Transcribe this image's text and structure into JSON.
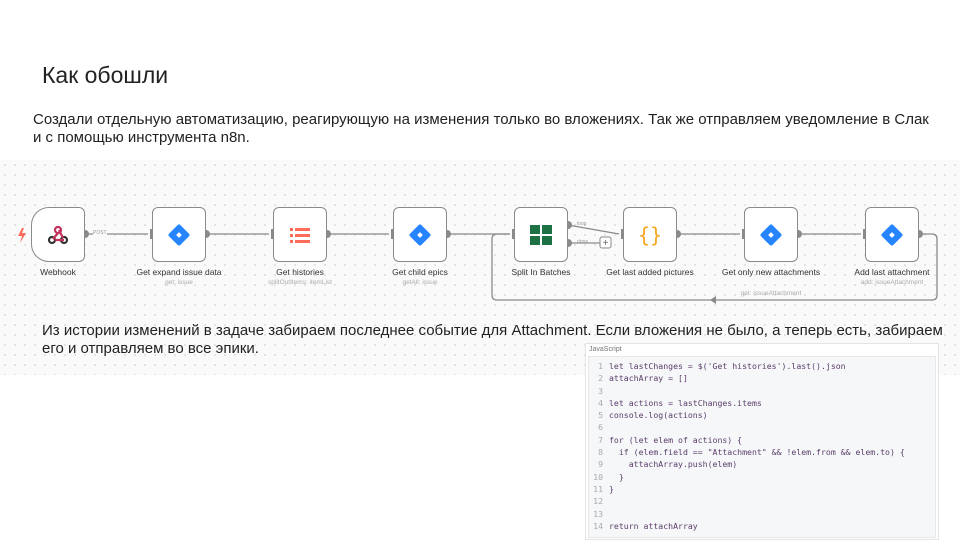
{
  "title": "Как обошли",
  "intro": "Создали отдельную автоматизацию, реагирующую на изменения только во вложениях. Так же отправляем уведомление в Слак и с помощью инструмента n8n.",
  "workflow": {
    "nodes": [
      {
        "label": "Webhook",
        "sub": "",
        "icon": "webhook-icon"
      },
      {
        "label": "Get expand issue data",
        "sub": "get: issue",
        "icon": "jira-icon"
      },
      {
        "label": "Get histories",
        "sub": "splitOutItems: itemList",
        "icon": "list-icon"
      },
      {
        "label": "Get child epics",
        "sub": "getAll: issue",
        "icon": "jira-icon"
      },
      {
        "label": "Split In Batches",
        "sub": "",
        "icon": "grid-icon"
      },
      {
        "label": "Get last added pictures",
        "sub": "",
        "icon": "braces-icon"
      },
      {
        "label": "Get only new attachments",
        "sub": "get: issueAttachment",
        "icon": "jira-icon"
      },
      {
        "label": "Add last attachment",
        "sub": "add: issueAttachment",
        "icon": "jira-icon"
      }
    ],
    "edge_labels": {
      "post": "POST",
      "loop": "loop",
      "done": "done"
    },
    "colors": {
      "accent": "#ff6d5a",
      "jira": "#2684ff",
      "sheets": "#1e7145",
      "code": "#f5a623"
    }
  },
  "note": "Из истории изменений в задаче забираем последнее событие для Attachment. Если вложения не было, а теперь есть, забираем его и отправляем во все эпики.",
  "code": {
    "language": "JavaScript",
    "lines": [
      "let lastChanges = $('Get histories').last().json",
      "attachArray = []",
      "",
      "let actions = lastChanges.items",
      "console.log(actions)",
      "",
      "for (let elem of actions) {",
      "  if (elem.field == \"Attachment\" && !elem.from && elem.to) {",
      "    attachArray.push(elem)",
      "  }",
      "}",
      "",
      "",
      "return attachArray"
    ]
  }
}
